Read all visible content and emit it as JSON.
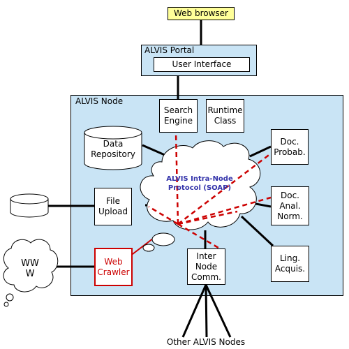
{
  "colors": {
    "region_fill": "#c9e4f5",
    "browser_fill": "#ffff99",
    "crawler": "#cc0000",
    "protocol_text": "#3333aa",
    "dashed": "#cc0000"
  },
  "web_browser": {
    "label": "Web browser"
  },
  "portal": {
    "title": "ALVIS Portal",
    "user_interface": "User Interface"
  },
  "node": {
    "title": "ALVIS Node",
    "search_engine": "Search\nEngine",
    "runtime_class": "Runtime\nClass",
    "data_repository": "Data\nRepository",
    "doc_probab": "Doc.\nProbab.",
    "file_upload": "File\nUpload",
    "doc_anal_norm": "Doc.\nAnal.\nNorm.",
    "web_crawler": "Web\nCrawler",
    "inter_node_comm": "Inter\nNode\nComm.",
    "ling_acquis": "Ling.\nAcquis."
  },
  "protocol": {
    "label": "ALVIS Intra-Node\nProtocol (SOAP)"
  },
  "external": {
    "www": "WW\nW",
    "other_nodes": "Other ALVIS Nodes"
  }
}
